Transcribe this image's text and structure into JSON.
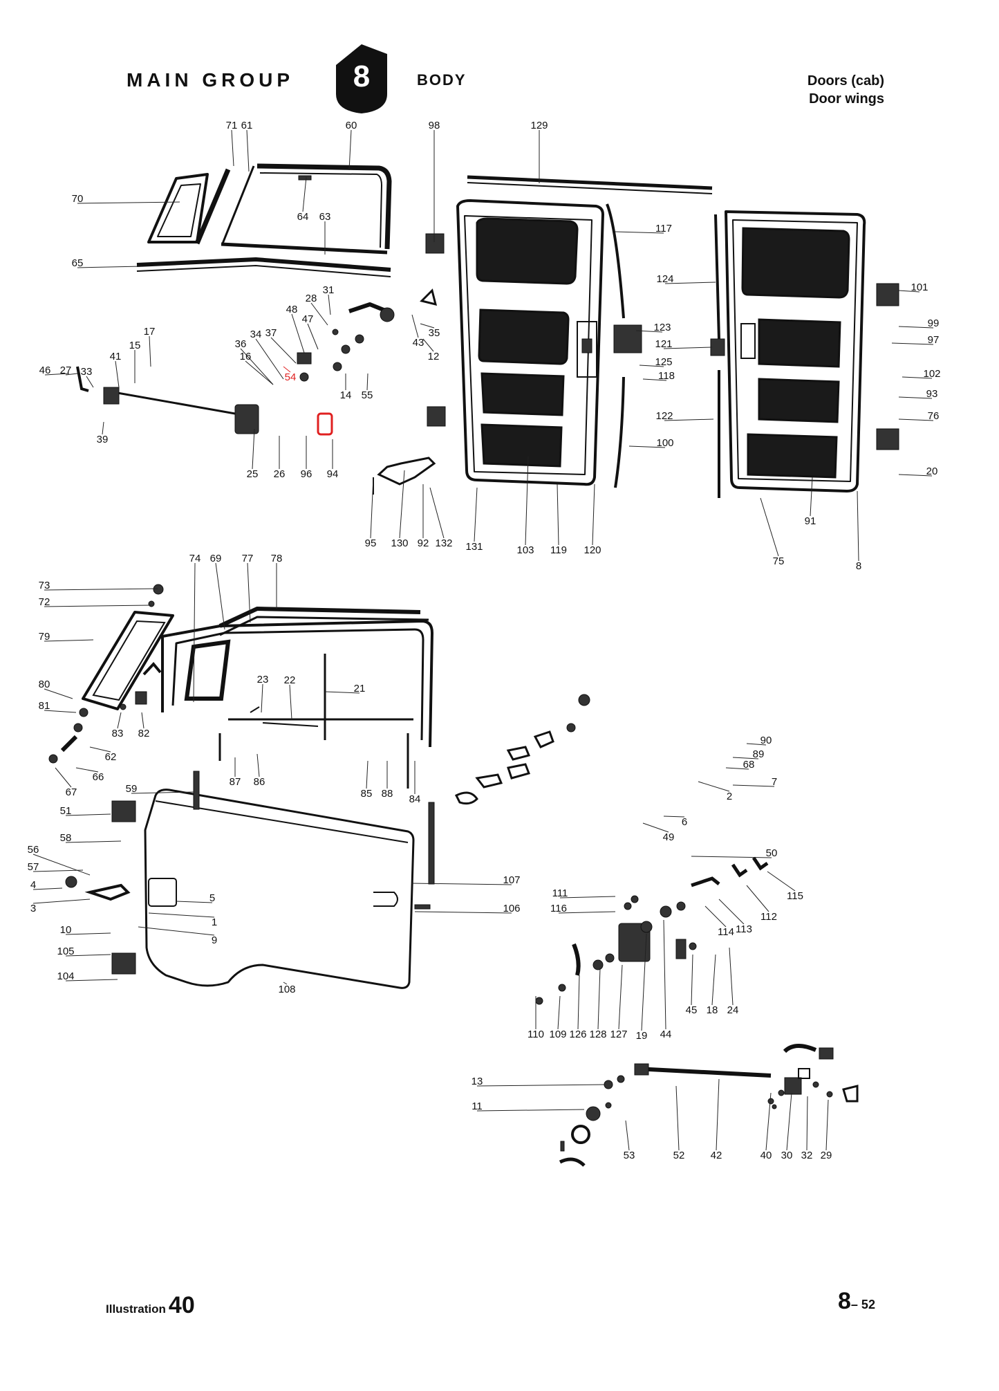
{
  "header": {
    "main_group": "MAIN GROUP",
    "group_number": "8",
    "section": "BODY",
    "subtitle_line1": "Doors (cab)",
    "subtitle_line2": "Door wings"
  },
  "footer": {
    "illustration_label": "Illustration",
    "illustration_number": "40",
    "page_main": "8",
    "page_sub": "– 52"
  },
  "highlight_color": "#e02020",
  "callouts": [
    "71",
    "61",
    "60",
    "98",
    "129",
    "70",
    "64",
    "63",
    "65",
    "117",
    "124",
    "101",
    "28",
    "31",
    "47",
    "48",
    "37",
    "34",
    "36",
    "16",
    "17",
    "15",
    "41",
    "46",
    "27",
    "33",
    "39",
    "43",
    "35",
    "12",
    "14",
    "55",
    "54",
    "25",
    "26",
    "96",
    "94",
    "95",
    "130",
    "92",
    "132",
    "131",
    "103",
    "119",
    "120",
    "123",
    "125",
    "118",
    "121",
    "122",
    "100",
    "99",
    "97",
    "102",
    "93",
    "76",
    "20",
    "91",
    "8",
    "75",
    "74",
    "69",
    "77",
    "78",
    "73",
    "72",
    "79",
    "80",
    "81",
    "83",
    "82",
    "62",
    "66",
    "67",
    "23",
    "22",
    "21",
    "87",
    "86",
    "85",
    "88",
    "84",
    "90",
    "89",
    "68",
    "7",
    "2",
    "6",
    "49",
    "50",
    "59",
    "51",
    "58",
    "56",
    "57",
    "4",
    "3",
    "5",
    "1",
    "9",
    "10",
    "105",
    "104",
    "108",
    "107",
    "106",
    "111",
    "116",
    "115",
    "112",
    "113",
    "114",
    "110",
    "109",
    "126",
    "128",
    "127",
    "19",
    "44",
    "45",
    "18",
    "24",
    "13",
    "11",
    "53",
    "52",
    "42",
    "40",
    "30",
    "32",
    "29"
  ]
}
